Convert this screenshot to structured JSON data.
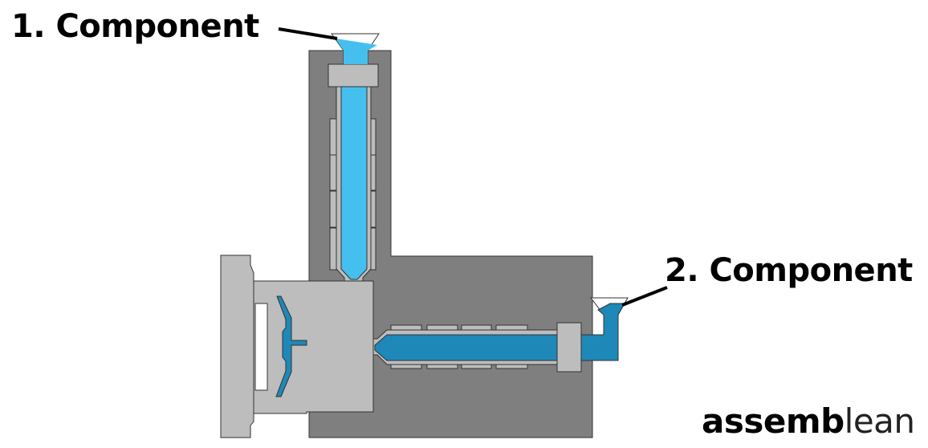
{
  "labels": {
    "component_1": "1. Component",
    "component_2": "2. Component"
  },
  "logo": {
    "bold_part": "assemb",
    "light_part": "lean"
  },
  "colors": {
    "machine_dark": "#7f7f7f",
    "machine_light": "#bdbdbd",
    "component_1_material": "#45c0ee",
    "component_2_material": "#1e88b8"
  }
}
